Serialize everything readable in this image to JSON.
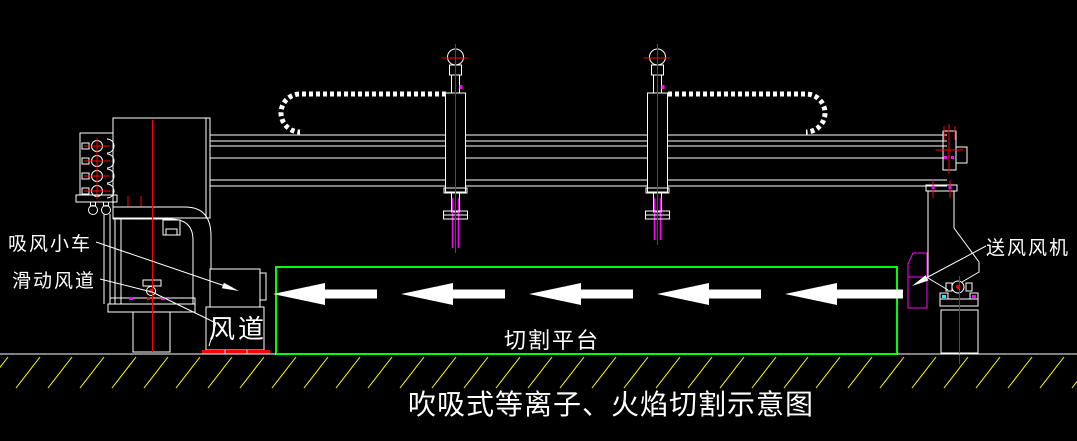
{
  "drawing": {
    "title": "吹吸式等离子、火焰切割示意图",
    "labels": {
      "suction_cart": "吸风小车",
      "sliding_duct": "滑动风道",
      "duct": "风道",
      "cutting_platform": "切割平台",
      "supply_fan": "送风风机"
    },
    "airflow": {
      "direction": "left",
      "arrow_count": 5
    },
    "colors": {
      "background": "#000000",
      "outline": "#ffffff",
      "centerline": "#ff0000",
      "torch": "#ff00ff",
      "platform_border": "#00ff00",
      "ground_hatch": "#ffff00"
    }
  }
}
